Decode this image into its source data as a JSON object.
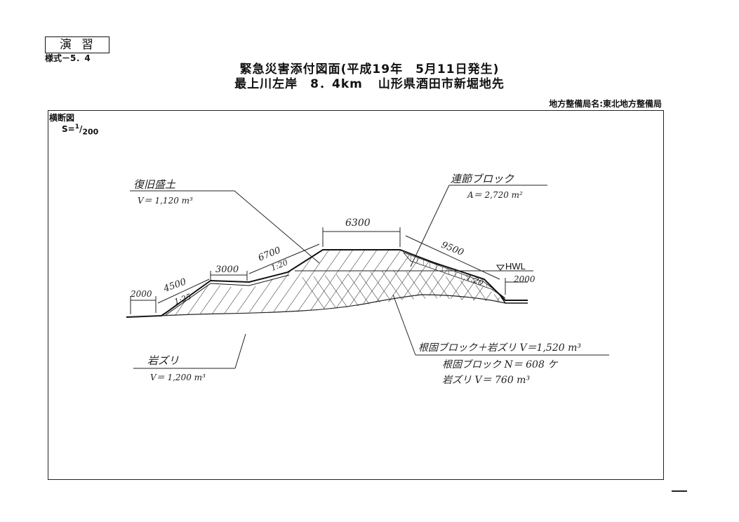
{
  "header": {
    "stamp": "演習",
    "form_no": "様式－5．4",
    "title_line1": "緊急災害添付図面(平成19年　5月11日発生)",
    "title_river": "最上川左岸　8．4km",
    "title_location": "山形県酒田市新堀地先",
    "bureau": "地方整備局名:東北地方整備局"
  },
  "drawing": {
    "section_label": "横断図",
    "scale_prefix": "S=",
    "scale_num": "1",
    "scale_den": "200",
    "dims": {
      "top_width": "6300",
      "d_6700": "6700",
      "d_3000": "3000",
      "d_4500": "4500",
      "d_2000_left": "2000",
      "d_9500": "9500",
      "d_2000_right": "2000"
    },
    "slopes": {
      "upper_land": "1:20",
      "lower_land": "1:25",
      "river": "1:20"
    },
    "hwl": "HWL",
    "callouts": {
      "fill_title": "復旧盛土",
      "fill_volume": "V＝ 1,120 m³",
      "block_title": "連節ブロック",
      "block_area": "A＝ 2,720 m²",
      "rock_title": "岩ズリ",
      "rock_volume": "V＝ 1,200 m³",
      "foot_title": "根固ブロック＋岩ズリ  V＝1,520 m³",
      "foot_block": "根固ブロック  N＝ 608 ケ",
      "foot_rock": "岩ズリ        V＝ 760 m³"
    }
  }
}
